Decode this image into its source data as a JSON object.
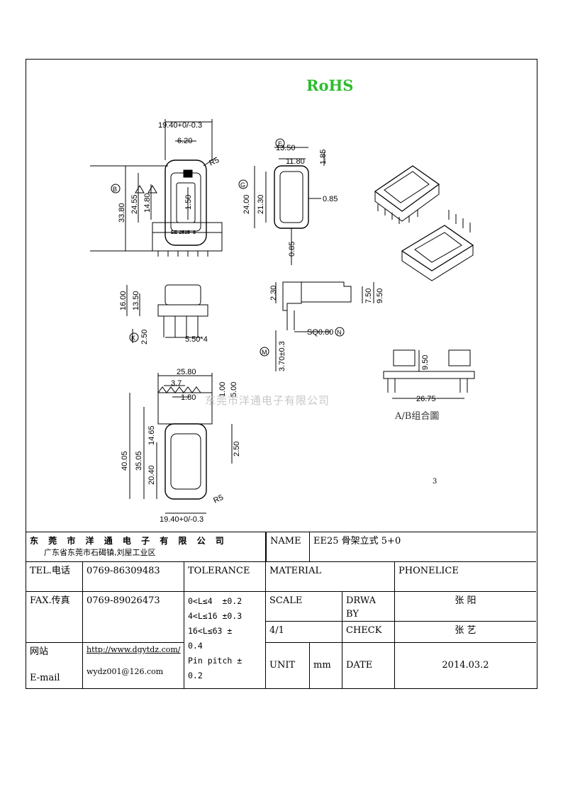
{
  "header": {
    "rohs": "RoHS"
  },
  "watermark": "东莞市洋通电子有限公司",
  "page_number": "3",
  "ab_caption": "A/B组合圖",
  "dimensions": {
    "top_width": "19.40+0/-0.3",
    "top_inner": "6.20",
    "r5": "R5",
    "h3380": "33.80",
    "h2455": "24.55",
    "h1480": "14.80",
    "h150": "1.50",
    "part_code": "EE 2515 -8",
    "mark_b": "B",
    "sec_1350": "13.50",
    "sec_1180": "11.80",
    "sec_185": "1.85",
    "sec_2400": "24.00",
    "sec_2130": "21.30",
    "sec_085a": "0.85",
    "sec_085b": "0.85",
    "mark_e": "E",
    "mark_g": "G",
    "side_1600": "16.00",
    "side_1350": "13.50",
    "side_250": "2.50",
    "side_550": "5.50*4",
    "mark_k": "K",
    "r_230": "2.30",
    "r_750": "7.50",
    "r_950": "9.50",
    "sq": "SQ0.80",
    "mark_n": "N",
    "pin_370": "3.70±0.3",
    "mark_m": "M",
    "b_2580": "25.80",
    "b_37": "3.7",
    "b_180": "1.80",
    "b_500": "5.00",
    "b_100": "1.00",
    "b_4005": "40.05",
    "b_3505": "35.05",
    "b_2040": "20.40",
    "b_1465": "14.65",
    "b_250": "2.50",
    "b_r5": "R5",
    "b_width": "19.40+0/-0.3",
    "ab_950": "9.50",
    "ab_2675": "26.75"
  },
  "title_block": {
    "company": "东 莞 市 洋 通 电 子 有 限 公 司",
    "address": "广东省东莞市石碣镇,刘屋工业区",
    "name_label": "NAME",
    "name_value": "EE25 骨架立式 5+0",
    "tel_label": "TEL.电话",
    "tel_value": "0769-86309483",
    "tolerance_label": "TOLERANCE",
    "material_label": "MATERIAL",
    "material_value": "PHONELICE",
    "fax_label": "FAX.传真",
    "fax_value": "0769-89026473",
    "tol_1": "0<L≤4  ±0.2",
    "tol_2": "4<L≤16 ±0.3",
    "tol_3": "16<L≤63 ±",
    "tol_4": "0.4",
    "tol_5": "Pin pitch ±",
    "tol_6": "0.2",
    "scale_label": "SCALE",
    "scale_value": "4/1",
    "drawn_label_1": "DRWA",
    "drawn_label_2": "BY",
    "drawn_value": "张 阳",
    "check_label": "CHECK",
    "check_value": "张 艺",
    "web_label": "网站",
    "web_value": "http://www.dgytdz.com/",
    "email_label": "E-mail",
    "email_value": "wydz001@126.com",
    "unit_label": "UNIT",
    "unit_value": "mm",
    "date_label": "DATE",
    "date_value": "2014.03.2"
  }
}
